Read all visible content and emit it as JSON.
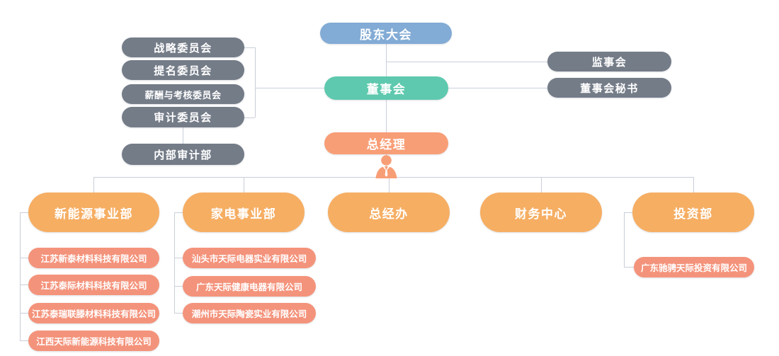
{
  "nodes": {
    "shareholders": "股东大会",
    "board": "董事会",
    "supervisory": "监事会",
    "board_secretary": "董事会秘书",
    "general_manager": "总经理",
    "internal_audit": "内部审计部"
  },
  "committees": [
    {
      "label": "战略委员会"
    },
    {
      "label": "提名委员会"
    },
    {
      "label": "薪酬与考核委员会"
    },
    {
      "label": "审计委员会"
    }
  ],
  "departments": [
    {
      "label": "新能源事业部"
    },
    {
      "label": "家电事业部"
    },
    {
      "label": "总经办"
    },
    {
      "label": "财务中心"
    },
    {
      "label": "投资部"
    }
  ],
  "subsidiaries": {
    "new_energy": [
      "江苏新泰材料科技有限公司",
      "江苏泰际材料科技有限公司",
      "江苏泰瑞联滕材料科技有限公司",
      "江西天际新能源科技有限公司"
    ],
    "home_appliance": [
      "汕头市天际电器实业有限公司",
      "广东天际健康电器有限公司",
      "潮州市天际陶瓷实业有限公司"
    ],
    "investment": [
      "广东驰骋天际投资有限公司"
    ]
  },
  "colors": {
    "shareholders_blue": "#82ABD5",
    "board_teal": "#5EC9AE",
    "committee_gray": "#747C88",
    "gm_salmon": "#F89E76",
    "department_amber": "#F6AE63",
    "subsidiary_coral": "#F4937B",
    "connector_line": "#C9CFD8"
  }
}
